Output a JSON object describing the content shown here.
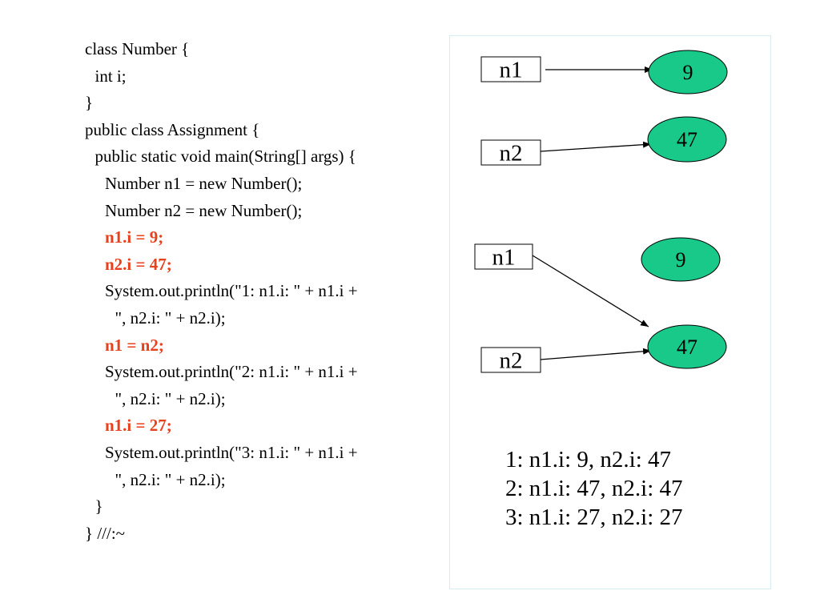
{
  "colors": {
    "highlight": "#e8401c",
    "code_text": "#000000",
    "object_fill": "#19c98a",
    "stroke": "#000000",
    "panel_border": "#d6ecf0"
  },
  "code_lines": [
    {
      "text": "class Number {",
      "indent": 0,
      "highlight": false
    },
    {
      "text": "int i;",
      "indent": 1,
      "highlight": false
    },
    {
      "text": "}",
      "indent": 0,
      "highlight": false
    },
    {
      "text": "public class Assignment {",
      "indent": 0,
      "highlight": false
    },
    {
      "text": "public static void main(String[] args) {",
      "indent": 1,
      "highlight": false
    },
    {
      "text": "Number n1 = new Number();",
      "indent": 2,
      "highlight": false
    },
    {
      "text": "Number n2 = new Number();",
      "indent": 2,
      "highlight": false
    },
    {
      "text": "n1.i = 9;",
      "indent": 2,
      "highlight": true
    },
    {
      "text": "n2.i = 47;",
      "indent": 2,
      "highlight": true
    },
    {
      "text": "System.out.println(\"1: n1.i: \" + n1.i +",
      "indent": 2,
      "highlight": false
    },
    {
      "text": "\", n2.i: \" + n2.i);",
      "indent": 3,
      "highlight": false
    },
    {
      "text": "n1 = n2;",
      "indent": 2,
      "highlight": true
    },
    {
      "text": "System.out.println(\"2: n1.i: \" + n1.i +",
      "indent": 2,
      "highlight": false
    },
    {
      "text": "\", n2.i: \" + n2.i);",
      "indent": 3,
      "highlight": false
    },
    {
      "text": "n1.i = 27;",
      "indent": 2,
      "highlight": true
    },
    {
      "text": "System.out.println(\"3: n1.i: \" + n1.i +",
      "indent": 2,
      "highlight": false
    },
    {
      "text": "\", n2.i: \" + n2.i);",
      "indent": 3,
      "highlight": false
    },
    {
      "text": "}",
      "indent": 1,
      "highlight": false
    },
    {
      "text": "} ///:~",
      "indent": 0,
      "highlight": false
    }
  ],
  "diagram": {
    "before": {
      "references": [
        {
          "id": "ref1",
          "label": "n1"
        },
        {
          "id": "ref2",
          "label": "n2"
        }
      ],
      "objects": [
        {
          "id": "obj1",
          "value": "9"
        },
        {
          "id": "obj2",
          "value": "47"
        }
      ],
      "arrows": [
        {
          "from": "ref1",
          "to": "obj1"
        },
        {
          "from": "ref2",
          "to": "obj2"
        }
      ]
    },
    "after": {
      "references": [
        {
          "id": "ref1",
          "label": "n1"
        },
        {
          "id": "ref2",
          "label": "n2"
        }
      ],
      "objects": [
        {
          "id": "obj1",
          "value": "9"
        },
        {
          "id": "obj2",
          "value": "47"
        }
      ],
      "arrows": [
        {
          "from": "ref1",
          "to": "obj2"
        },
        {
          "from": "ref2",
          "to": "obj2"
        }
      ]
    }
  },
  "output_lines": [
    "1: n1.i: 9, n2.i: 47",
    "2: n1.i: 47, n2.i: 47",
    "3: n1.i: 27, n2.i: 27"
  ]
}
